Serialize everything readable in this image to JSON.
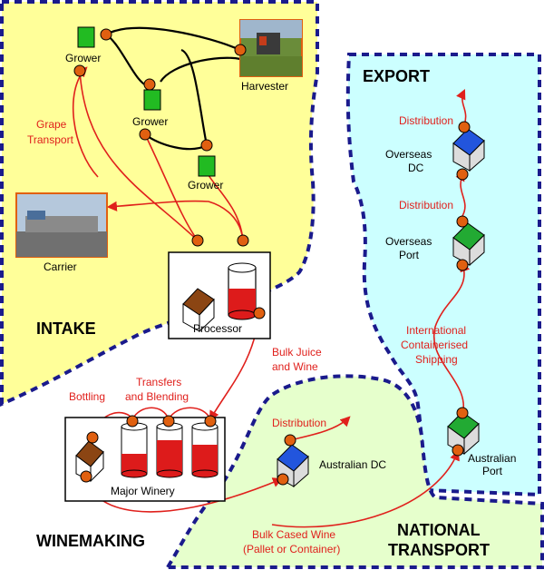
{
  "regions": {
    "intake": "INTAKE",
    "export": "EXPORT",
    "winemaking": "WINEMAKING",
    "national_transport_1": "NATIONAL",
    "national_transport_2": "TRANSPORT"
  },
  "nodes": {
    "grower_1": "Grower",
    "grower_2": "Grower",
    "grower_3": "Grower",
    "harvester": "Harvester",
    "carrier": "Carrier",
    "processor": "Processor",
    "major_winery": "Major Winery",
    "australian_dc": "Australian DC",
    "australian_port_1": "Australian",
    "australian_port_2": "Port",
    "overseas_port_1": "Overseas",
    "overseas_port_2": "Port",
    "overseas_dc_1": "Overseas",
    "overseas_dc_2": "DC"
  },
  "flows": {
    "grape_transport_1": "Grape",
    "grape_transport_2": "Transport",
    "bulk_juice_1": "Bulk Juice",
    "bulk_juice_2": "and Wine",
    "transfers_1": "Transfers",
    "transfers_2": "and Blending",
    "bottling": "Bottling",
    "distribution_au": "Distribution",
    "bulk_cased_1": "Bulk Cased Wine",
    "bulk_cased_2": "(Pallet or Container)",
    "shipping_1": "International",
    "shipping_2": "Containerised",
    "shipping_3": "Shipping",
    "distribution_port": "Distribution",
    "distribution_dc": "Distribution"
  },
  "colors": {
    "intake_fill": "#ffff99",
    "export_fill": "#ccffff",
    "national_fill": "#e6ffcc",
    "boundary": "#1a1a8c",
    "flow": "#e0201c",
    "node_orange": "#e06010",
    "grower_green": "#22bb22",
    "liquid": "#dd1b1b"
  }
}
